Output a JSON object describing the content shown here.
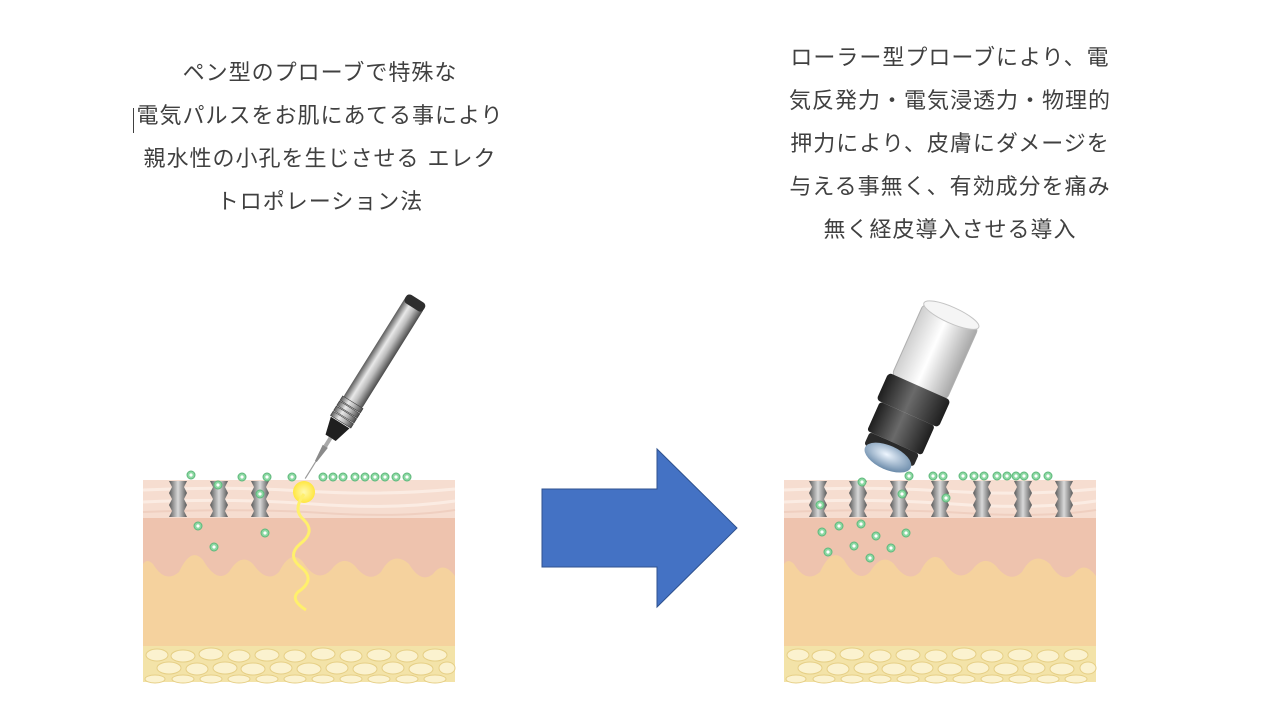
{
  "left_panel": {
    "caption_lines": [
      "ペン型のプローブで特殊な",
      "電気パルスをお肌にあてる事により",
      "親水性の小孔を生じさせる エレク",
      "トロポレーション法"
    ]
  },
  "right_panel": {
    "caption_lines": [
      "ローラー型プローブにより、電",
      "気反発力・電気浸透力・物理的",
      "押力により、皮膚にダメージを",
      "与える事無く、有効成分を痛み",
      "無く経皮導入させる導入"
    ]
  },
  "colors": {
    "text": "#404040",
    "arrow": "#4472c4",
    "epidermis": "#f6ddd0",
    "dermis": "#eec3ae",
    "subcutis": "#f5d29e",
    "fat_layer": "#f3e3a8",
    "particle": "#7ccf96",
    "pulse": "#ffef70"
  },
  "icons": [
    "pen-probe-icon",
    "roller-probe-icon",
    "right-arrow-icon"
  ]
}
